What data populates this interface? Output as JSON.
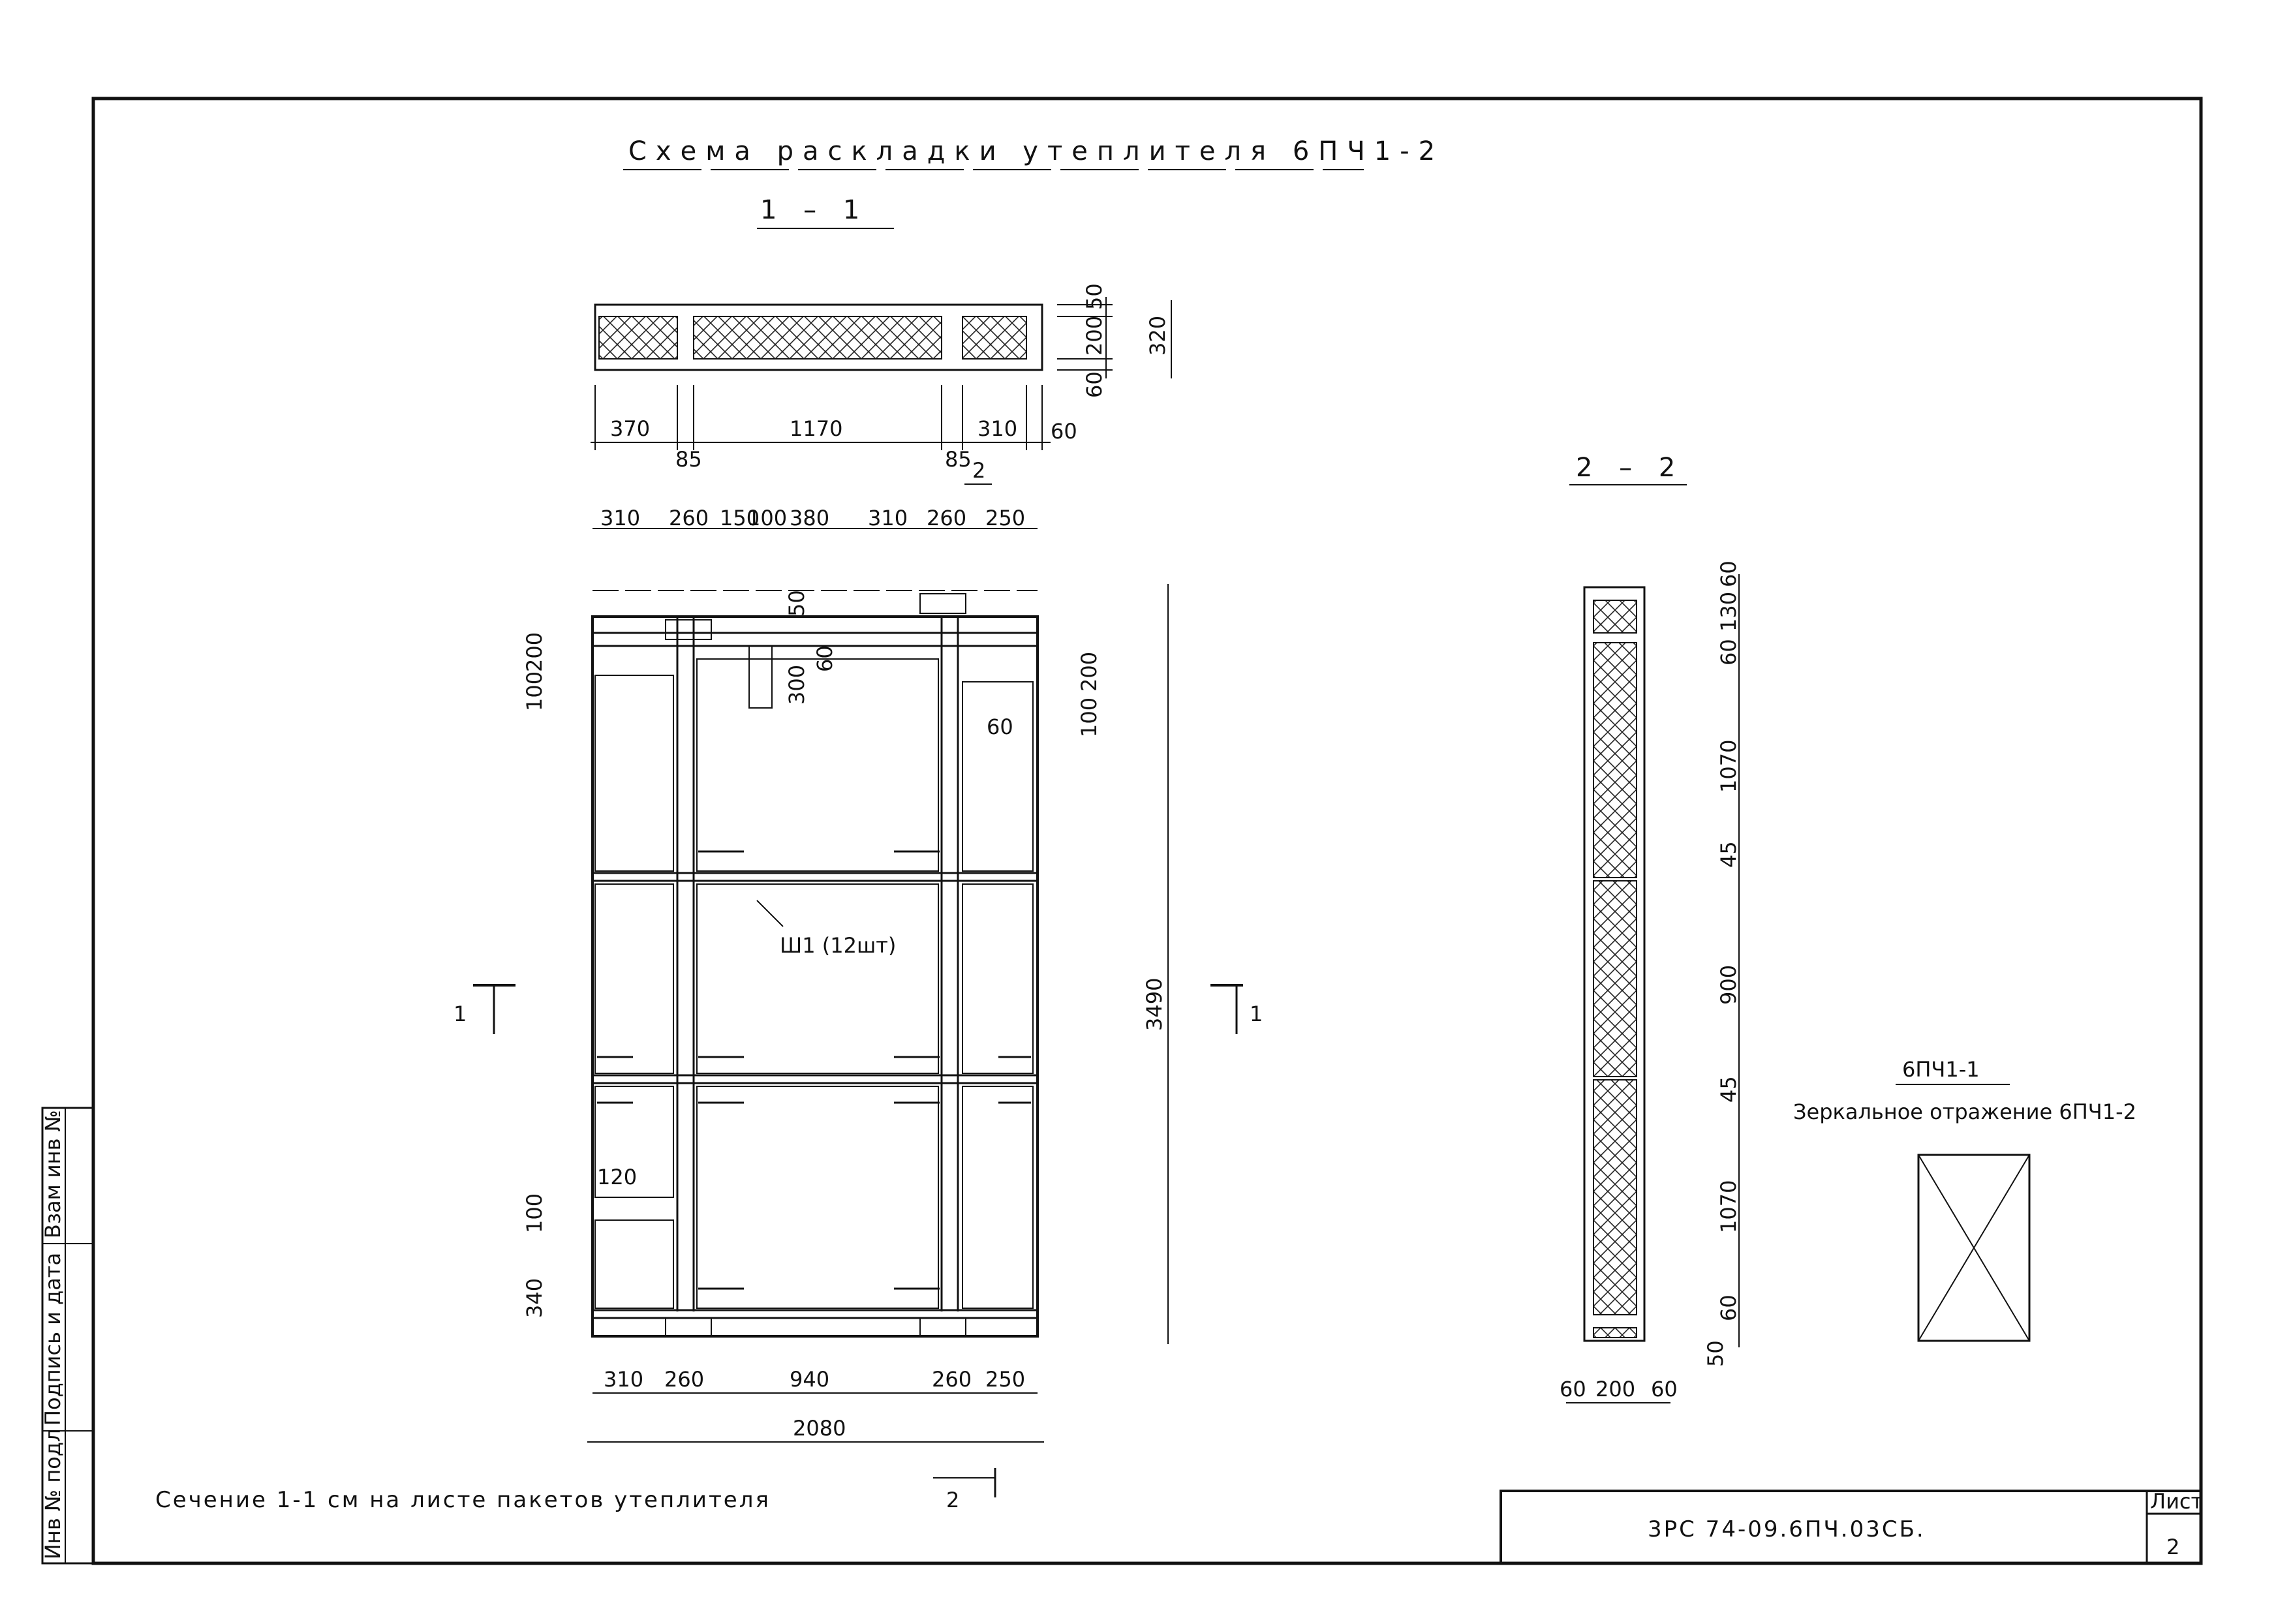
{
  "title": "Схема раскладки утеплителя 6ПЧ1-2",
  "section_1_1": "1 – 1",
  "section_2_2": "2 – 2",
  "cut_mark_1": "1",
  "cut_mark_2": "2",
  "top_section": {
    "widths": [
      "370",
      "1170",
      "310",
      "60"
    ],
    "ribs": [
      "85",
      "85"
    ],
    "heights": [
      "50",
      "200",
      "60"
    ],
    "total": "320"
  },
  "plan": {
    "top_dims": [
      "310",
      "260",
      "150",
      "100",
      "380",
      "310",
      "260",
      "250"
    ],
    "left_dims": [
      "100",
      "200",
      "100",
      "340",
      "120"
    ],
    "right_dims": [
      "100",
      "200",
      "60"
    ],
    "inner_dims": [
      "50",
      "60",
      "300"
    ],
    "bottom_dims": [
      "310",
      "260",
      "940",
      "260",
      "250"
    ],
    "total_width": "2080",
    "total_height": "3490",
    "anchor_label": "Ш1 (12шт)"
  },
  "section_2": {
    "heights": [
      "60",
      "130",
      "60",
      "1070",
      "45",
      "900",
      "45",
      "1070",
      "60",
      "50"
    ],
    "widths": [
      "60",
      "200",
      "60"
    ]
  },
  "mirror": {
    "code": "6ПЧ1-1",
    "caption": "Зеркальное отражение 6ПЧ1-2"
  },
  "note": "Сечение 1-1 см на листе пакетов утеплителя",
  "stamp": {
    "code": "3РС 74-09.6ПЧ.03СБ.",
    "sheet_label": "Лист",
    "sheet_no": "2"
  },
  "side_stamp": [
    "Инв № подл",
    "Подпись и дата",
    "Взам инв №"
  ]
}
